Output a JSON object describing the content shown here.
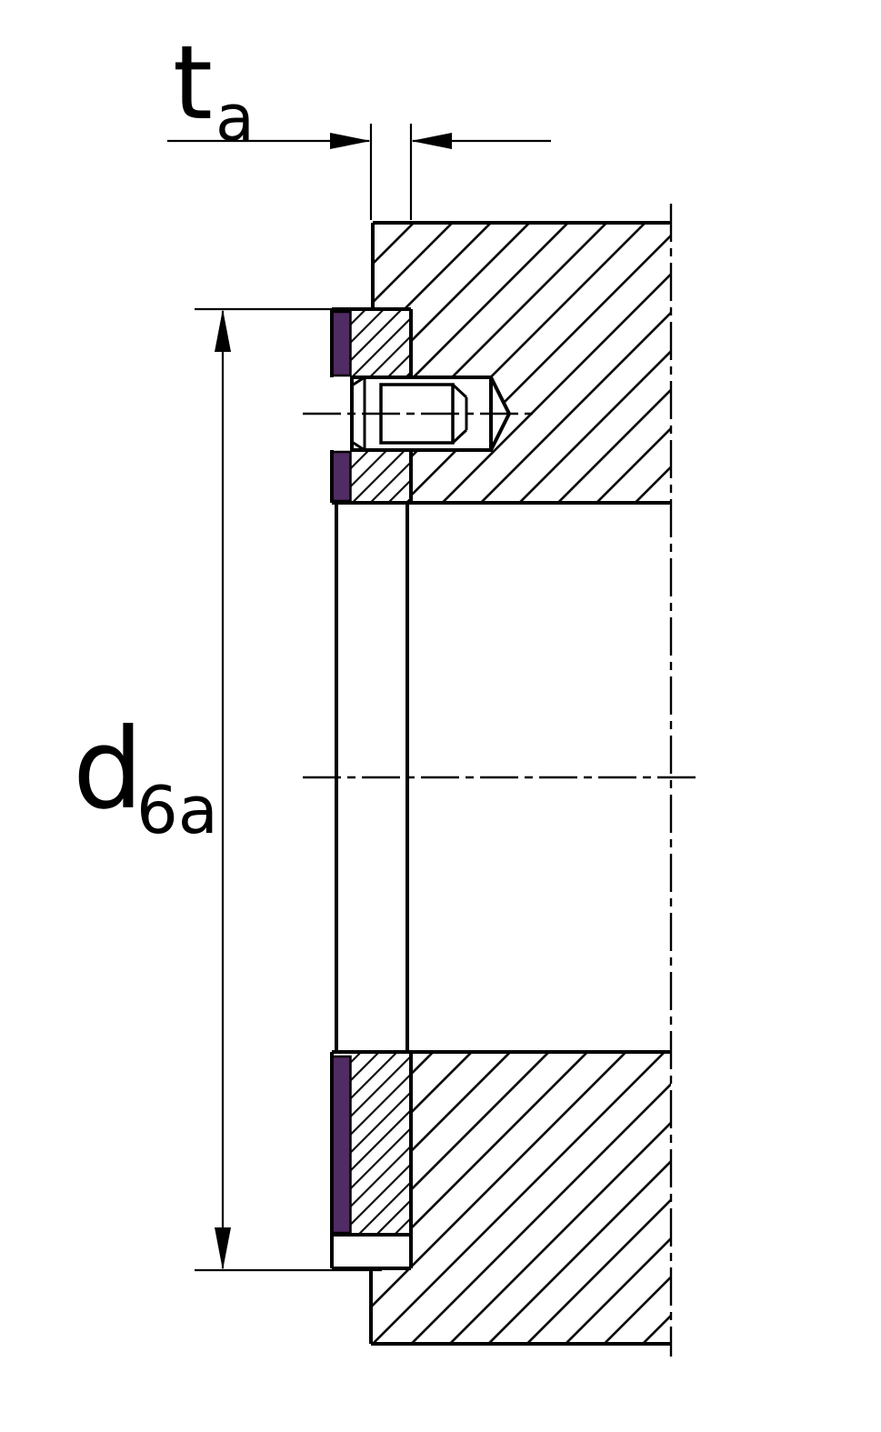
{
  "diagram": {
    "type": "technical-section-drawing",
    "dimension_labels": {
      "width": {
        "symbol": "t",
        "subscript": "a"
      },
      "diameter": {
        "symbol": "d",
        "subscript": "6a"
      }
    },
    "colors": {
      "seal": "#512b63",
      "lines": "#000000",
      "background": "#ffffff"
    }
  }
}
